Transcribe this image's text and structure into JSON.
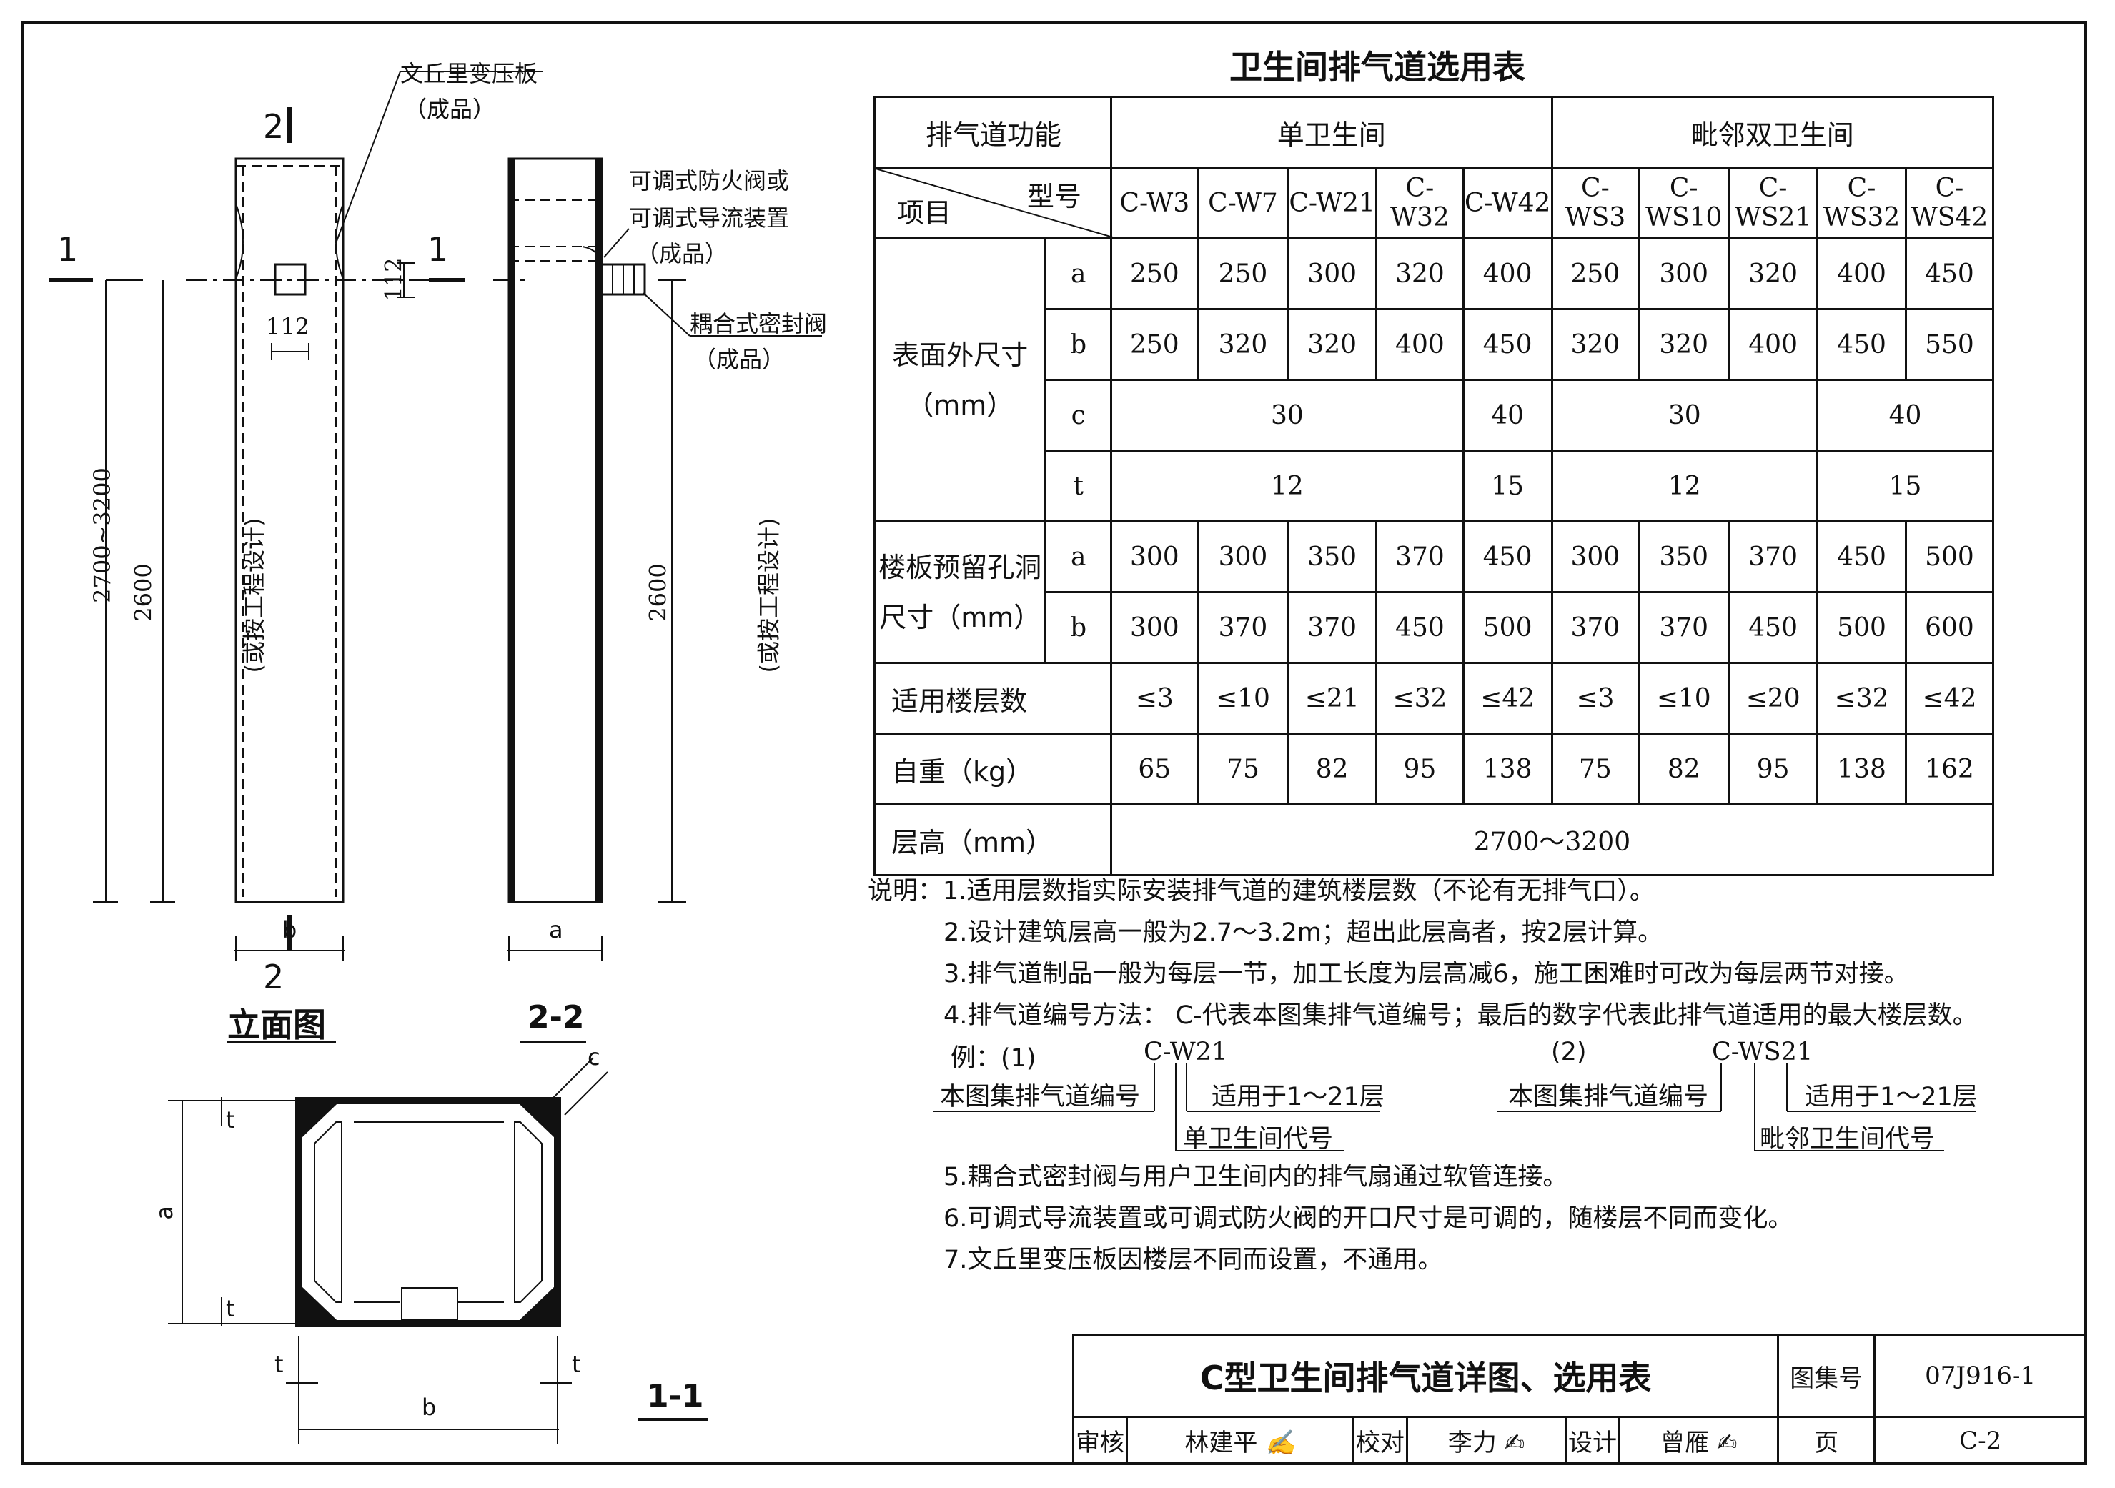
{
  "page_title": "卫生间排气道选用表",
  "drawing_labels": {
    "venturi_board": "文丘里变压板",
    "finished": "（成品）",
    "fire_damper_1": "可调式防火阀或",
    "fire_damper_2": "可调式导流装置",
    "coupled_seal_valve": "耦合式密封阀",
    "dim_112a": "112",
    "dim_112b": "112",
    "dim_2700_3200": "2700~3200",
    "dim_2600a": "2600",
    "dim_2600b": "2600",
    "by_design_a": "(或按工程设计)",
    "by_design_b": "(或按工程设计)",
    "dim_b": "b",
    "dim_a": "a",
    "sec_1": "1",
    "sec_2": "2",
    "elevation": "立面图",
    "section_22": "2-2",
    "section_11": "1-1",
    "dim_c": "c",
    "dim_t": "t",
    "dim_a2": "a",
    "dim_b2": "b"
  },
  "table": {
    "h_function": "排气道功能",
    "h_single": "单卫生间",
    "h_double": "毗邻双卫生间",
    "h_model": "型号",
    "h_item": "项目",
    "models": [
      "C-W3",
      "C-W7",
      "C-W21",
      "C-W32",
      "C-W42",
      "C-WS3",
      "C-WS10",
      "C-WS21",
      "C-WS32",
      "C-WS42"
    ],
    "outer_label_1": "表面外尺寸",
    "outer_label_2": "（mm）",
    "row_a": "a",
    "row_b": "b",
    "row_c": "c",
    "row_t": "t",
    "outer_a": [
      "250",
      "250",
      "300",
      "320",
      "400",
      "250",
      "300",
      "320",
      "400",
      "450"
    ],
    "outer_b": [
      "250",
      "320",
      "320",
      "400",
      "450",
      "320",
      "320",
      "400",
      "450",
      "550"
    ],
    "outer_c": [
      "30",
      "40",
      "30",
      "40"
    ],
    "outer_t": [
      "12",
      "15",
      "12",
      "15"
    ],
    "slab_label_1": "楼板预留孔洞",
    "slab_label_2": "尺寸（mm）",
    "slab_a": [
      "300",
      "300",
      "350",
      "370",
      "450",
      "300",
      "350",
      "370",
      "450",
      "500"
    ],
    "slab_b": [
      "300",
      "370",
      "370",
      "450",
      "500",
      "370",
      "370",
      "450",
      "500",
      "600"
    ],
    "floors_label": "适用楼层数",
    "floors": [
      "≤3",
      "≤10",
      "≤21",
      "≤32",
      "≤42",
      "≤3",
      "≤10",
      "≤20",
      "≤32",
      "≤42"
    ],
    "weight_label": "自重（kg）",
    "weight": [
      "65",
      "75",
      "82",
      "95",
      "138",
      "75",
      "82",
      "95",
      "138",
      "162"
    ],
    "height_label": "层高（mm）",
    "height": "2700～3200"
  },
  "notes": {
    "n1": "说明：1.适用层数指实际安装排气道的建筑楼层数（不论有无排气口）。",
    "n2": "2.设计建筑层高一般为2.7～3.2m；超出此层高者，按2层计算。",
    "n3": "3.排气道制品一般为每层一节，加工长度为层高减6，施工困难时可改为每层两节对接。",
    "n4": "4.排气道编号方法：  C-代表本图集排气道编号；最后的数字代表此排气道适用的最大楼层数。",
    "ex_label": "例：(1)",
    "ex1_code": "C-W21",
    "ex1_a": "本图集排气道编号",
    "ex1_b": "适用于1～21层",
    "ex1_c": "单卫生间代号",
    "ex2_label": "(2)",
    "ex2_code": "C-WS21",
    "ex2_a": "本图集排气道编号",
    "ex2_b": "适用于1～21层",
    "ex2_c": "毗邻卫生间代号",
    "n5": "5.耦合式密封阀与用户卫生间内的排气扇通过软管连接。",
    "n6": "6.可调式导流装置或可调式防火阀的开口尺寸是可调的，随楼层不同而变化。",
    "n7": "7.文丘里变压板因楼层不同而设置，不通用。"
  },
  "title_block": {
    "title": "C型卫生间排气道详图、选用表",
    "atlas_label": "图集号",
    "atlas_no": "07J916-1",
    "review": "审核",
    "reviewer": "林建平",
    "check": "校对",
    "checker": "李力",
    "design": "设计",
    "designer": "曾雁",
    "page_label": "页",
    "page_no": "C-2"
  }
}
